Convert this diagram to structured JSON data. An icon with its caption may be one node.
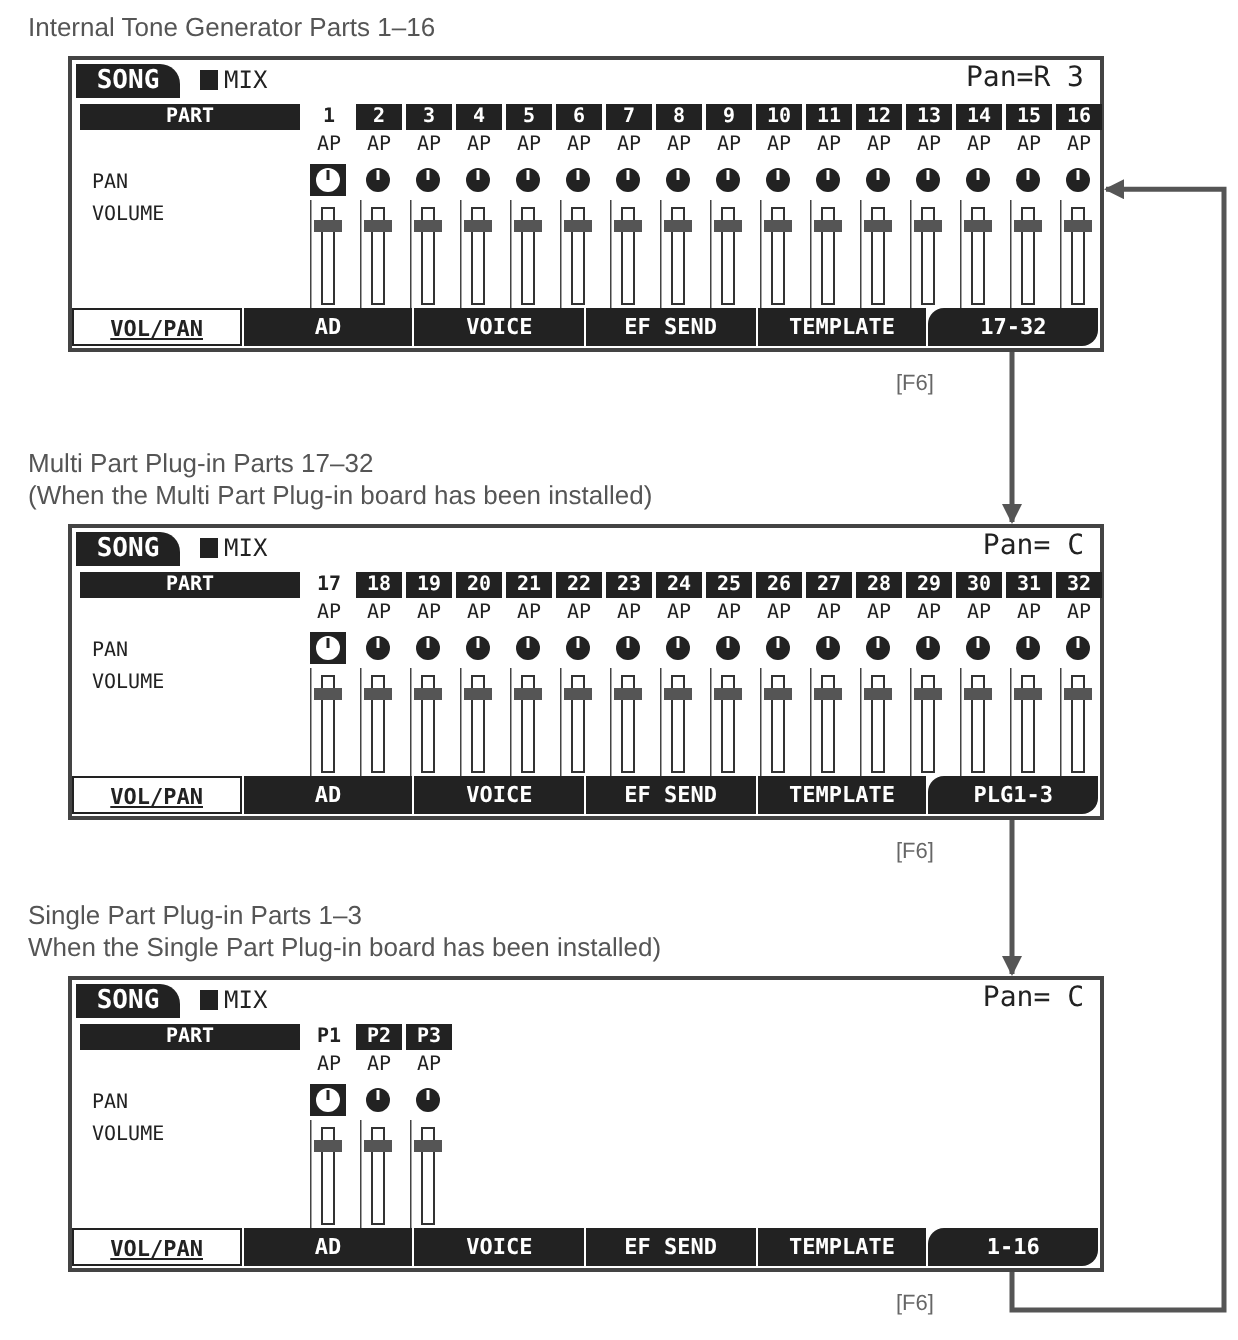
{
  "diagram": {
    "nodes": [
      {
        "text": [
          "Internal Tone Generator Parts 1–16",
          "SONG",
          "MIX",
          "Pan=R 3",
          "PART",
          "1",
          "2",
          "3",
          "4",
          "5",
          "6",
          "7",
          "8",
          "9",
          "10",
          "11",
          "12",
          "13",
          "14",
          "15",
          "16",
          "AP",
          "AP",
          "AP",
          "AP",
          "AP",
          "AP",
          "AP",
          "AP",
          "AP",
          "AP",
          "AP",
          "AP",
          "AP",
          "AP",
          "AP",
          "AP",
          "PAN",
          "VOLUME",
          "VOL/PAN",
          "AD",
          "VOICE",
          "EF SEND",
          "TEMPLATE",
          "17-32"
        ]
      },
      {
        "text": [
          "Multi Part Plug-in Parts 17–32",
          "(When the Multi Part Plug-in board has been installed)",
          "SONG",
          "MIX",
          "Pan= C",
          "PART",
          "17",
          "18",
          "19",
          "20",
          "21",
          "22",
          "23",
          "24",
          "25",
          "26",
          "27",
          "28",
          "29",
          "30",
          "31",
          "32",
          "AP",
          "AP",
          "AP",
          "AP",
          "AP",
          "AP",
          "AP",
          "AP",
          "AP",
          "AP",
          "AP",
          "AP",
          "AP",
          "AP",
          "AP",
          "AP",
          "PAN",
          "VOLUME",
          "VOL/PAN",
          "AD",
          "VOICE",
          "EF SEND",
          "TEMPLATE",
          "PLG1-3"
        ]
      },
      {
        "text": [
          "Single Part Plug-in Parts 1–3",
          "When the Single Part Plug-in board has been installed)",
          "SONG",
          "MIX",
          "Pan= C",
          "PART",
          "P1",
          "P2",
          "P3",
          "AP",
          "AP",
          "AP",
          "PAN",
          "VOLUME",
          "VOL/PAN",
          "AD",
          "VOICE",
          "EF SEND",
          "TEMPLATE",
          "1-16"
        ]
      }
    ],
    "edges": [
      {
        "from": 0,
        "to": 1,
        "arrow": "to",
        "label": "[F6]"
      },
      {
        "from": 1,
        "to": 2,
        "arrow": "to",
        "label": "[F6]"
      },
      {
        "from": 2,
        "to": 0,
        "arrow": "to",
        "label": "[F6]"
      }
    ]
  }
}
